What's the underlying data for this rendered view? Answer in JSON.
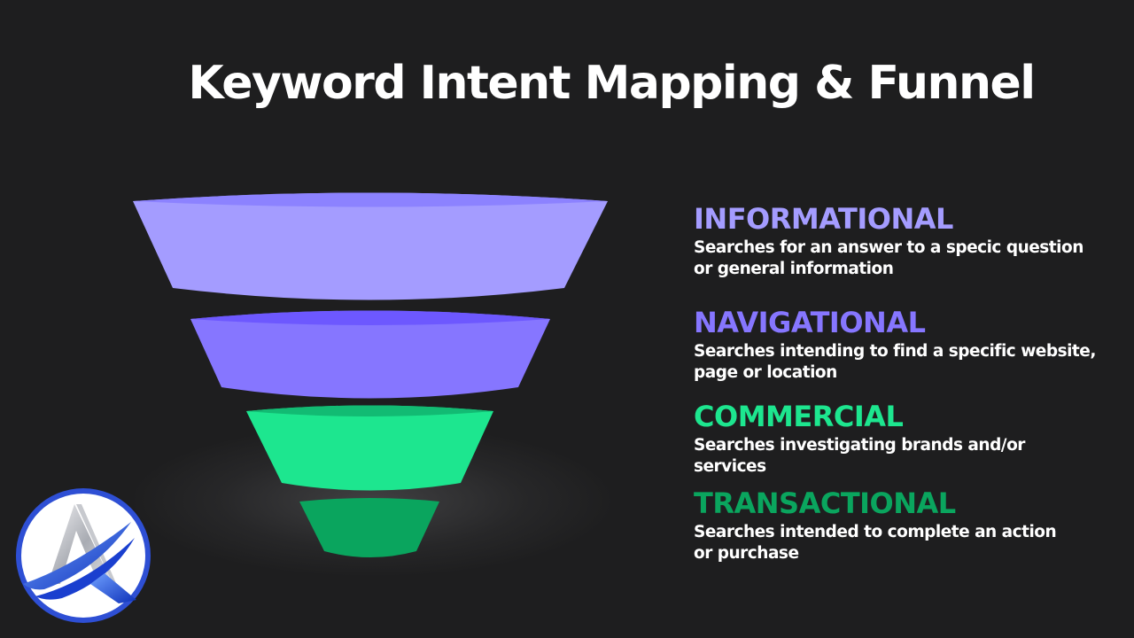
{
  "title": "Keyword Intent Mapping & Funnel",
  "colors": {
    "background": "#1e1e1f",
    "informational": "#a49cff",
    "navigational": "#8676ff",
    "commercial": "#1de68f",
    "transactional": "#0aa55e",
    "logo_ring": "#2e4fd4"
  },
  "logo": {
    "icon": "brand-logo-icon"
  },
  "stages": [
    {
      "title": "INFORMATIONAL",
      "description": "Searches for an answer to a specic question or general information",
      "color": "#a49cff"
    },
    {
      "title": "NAVIGATIONAL",
      "description": "Searches intending to find a specific website, page or location",
      "color": "#8676ff"
    },
    {
      "title": "COMMERCIAL",
      "description": "Searches investigating brands and/or services",
      "color": "#1de68f"
    },
    {
      "title": "TRANSACTIONAL",
      "description": "Searches intended to complete an action or purchase",
      "color": "#0aa55e"
    }
  ]
}
